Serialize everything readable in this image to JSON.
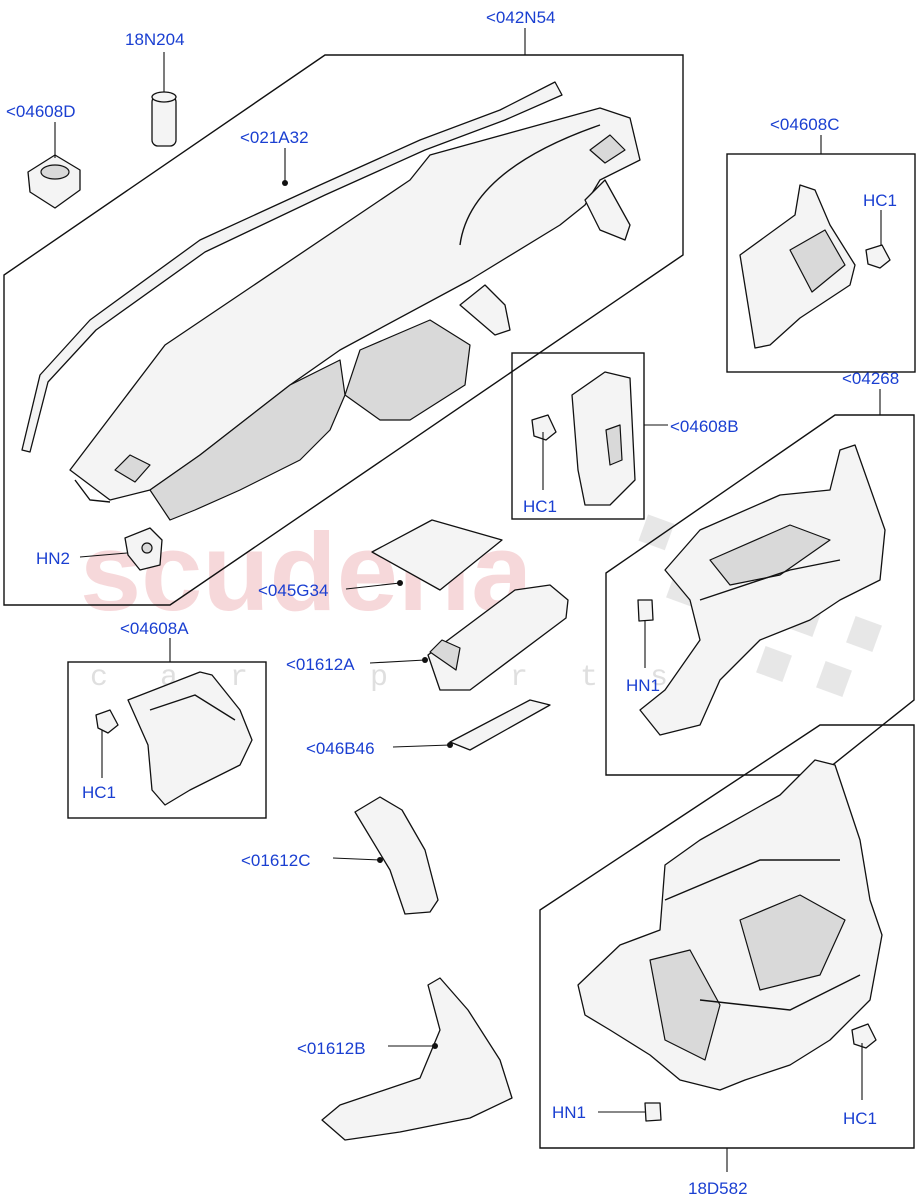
{
  "watermark": {
    "brand": "scuderia",
    "tagline": "car parts"
  },
  "callouts": {
    "c042N54": "<042N54",
    "c18N204": "18N204",
    "c04608D": "<04608D",
    "c021A32": "<021A32",
    "c04608C": "<04608C",
    "hc1_c": "HC1",
    "c04268": "<04268",
    "c04608B": "<04608B",
    "hc1_b": "HC1",
    "hn2": "HN2",
    "c045G34": "<045G34",
    "c04608A": "<04608A",
    "c01612A": "<01612A",
    "hn1_right": "HN1",
    "hc1_a": "HC1",
    "c046B46": "<046B46",
    "c01612C": "<01612C",
    "c01612B": "<01612B",
    "hn1_bottom": "HN1",
    "hc1_bottom": "HC1",
    "c18D582": "18D582"
  }
}
